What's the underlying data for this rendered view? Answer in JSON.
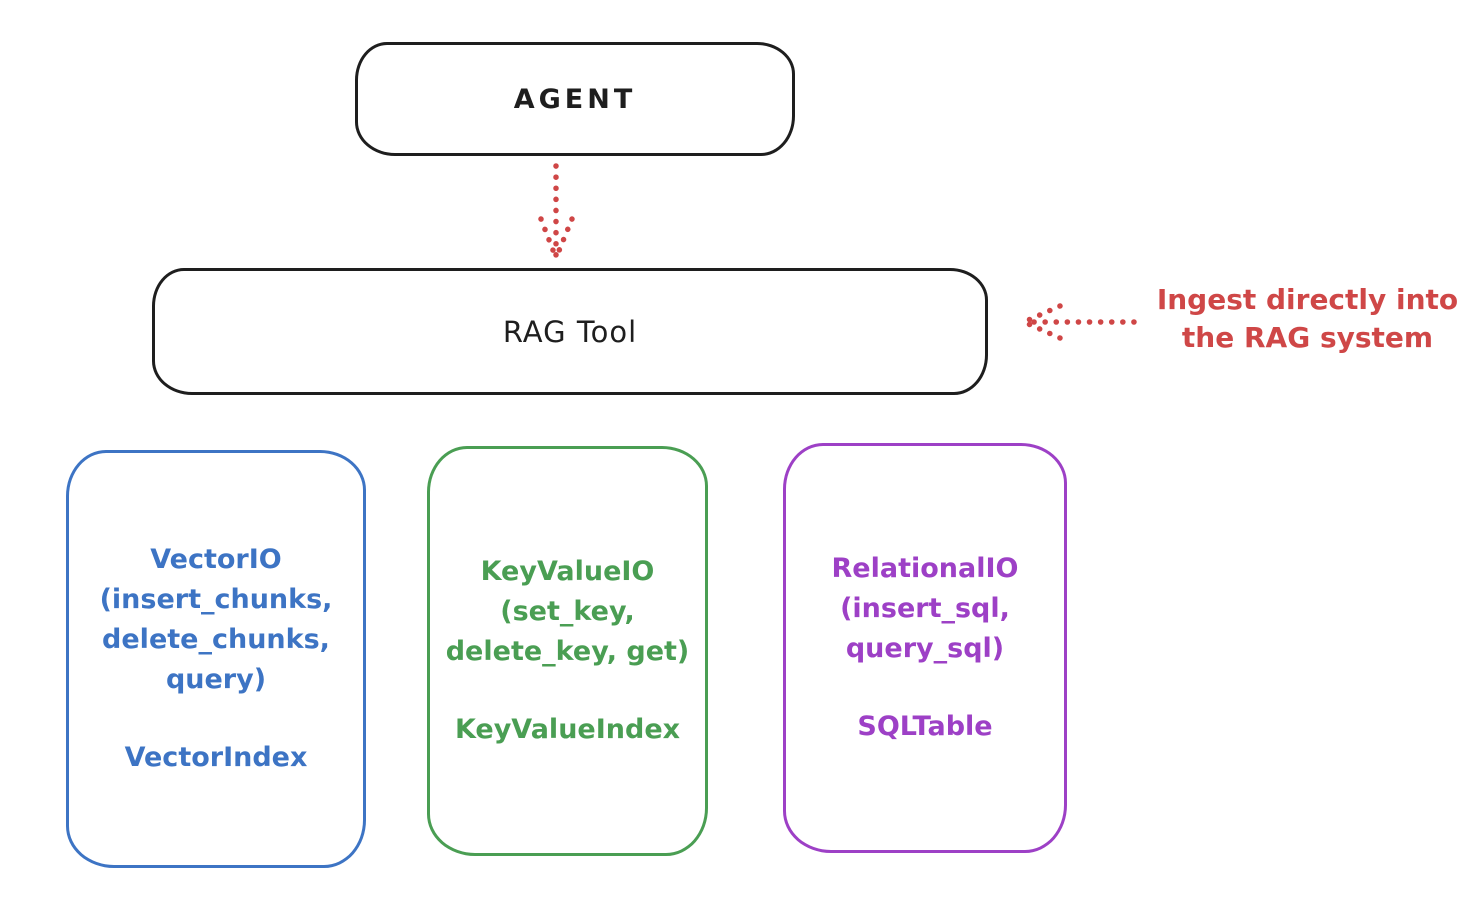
{
  "canvas": {
    "background": "#ffffff",
    "ink_color": "#1e1e1e",
    "accent_red": "#cf4747",
    "accent_blue": "#3d74c4",
    "accent_green": "#4a9e53",
    "accent_purple": "#9d40c6"
  },
  "nodes": {
    "agent": {
      "label": "AGENT",
      "border_color": "#1e1e1e"
    },
    "rag_tool": {
      "label": "RAG Tool",
      "border_color": "#1e1e1e"
    },
    "vector_io": {
      "color": "#3d74c4",
      "lines": [
        "VectorIO",
        "(insert_chunks,",
        "delete_chunks,",
        "query)"
      ],
      "index_label": "VectorIndex"
    },
    "key_value_io": {
      "color": "#4a9e53",
      "lines": [
        "KeyValueIO",
        "(set_key,",
        "delete_key, get)"
      ],
      "index_label": "KeyValueIndex"
    },
    "relational_io": {
      "color": "#9d40c6",
      "lines": [
        "RelationalIO",
        "(insert_sql,",
        "query_sql)"
      ],
      "index_label": "SQLTable"
    }
  },
  "annotation": {
    "color": "#cf4747",
    "line1": "Ingest directly into",
    "line2": "the RAG system"
  },
  "arrows": {
    "color": "#cf4646",
    "agent_to_rag": {
      "style": "dotted",
      "direction": "down"
    },
    "annotation_to_rag": {
      "style": "dotted",
      "direction": "left"
    }
  }
}
